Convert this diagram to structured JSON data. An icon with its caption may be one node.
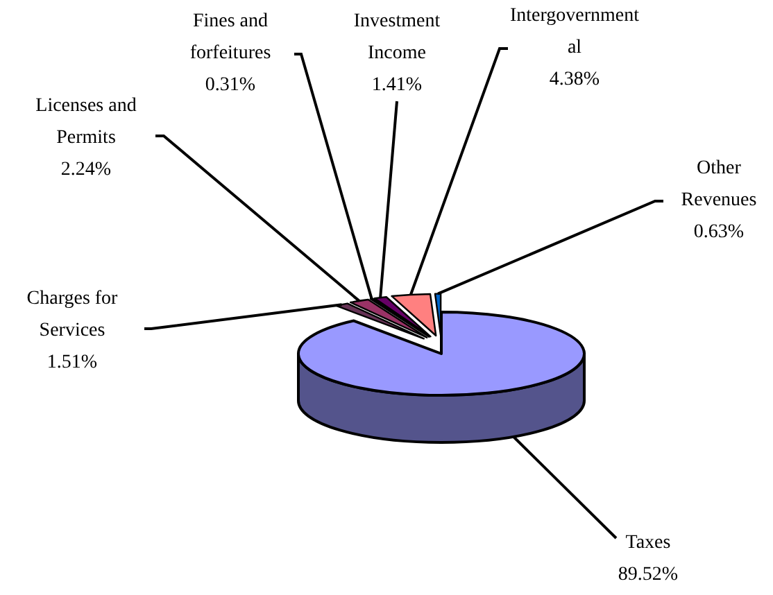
{
  "diagram": {
    "nodes": [
      {
        "text": [
          "Fines and forfeitures",
          "0.31%"
        ]
      },
      {
        "text": [
          "Investment Income",
          "1.41%"
        ]
      },
      {
        "text": [
          "Intergovernmental",
          "4.38%"
        ]
      },
      {
        "text": [
          "Licenses and Permits",
          "2.24%"
        ]
      },
      {
        "text": [
          "Other Revenues",
          "0.63%"
        ]
      },
      {
        "text": [
          "Charges for Services",
          "1.51%"
        ]
      },
      {
        "text": [
          "Taxes",
          "89.52%"
        ]
      },
      {
        "text": [],
        "shape": "wedge"
      },
      {
        "text": [],
        "shape": "wedge"
      },
      {
        "text": [],
        "shape": "wedge"
      },
      {
        "text": [],
        "shape": "wedge"
      },
      {
        "text": [],
        "shape": "wedge"
      },
      {
        "text": [],
        "shape": "wedge"
      },
      {
        "text": [],
        "shape": "wedge"
      }
    ],
    "edges": [
      {
        "from": 0,
        "to": 10,
        "arrow": "none"
      },
      {
        "from": 1,
        "to": 11,
        "arrow": "none"
      },
      {
        "from": 2,
        "to": 12,
        "arrow": "none"
      },
      {
        "from": 3,
        "to": 9,
        "arrow": "none"
      },
      {
        "from": 4,
        "to": 13,
        "arrow": "none"
      },
      {
        "from": 5,
        "to": 8,
        "arrow": "none"
      },
      {
        "from": 6,
        "to": 7,
        "arrow": "none"
      }
    ]
  }
}
